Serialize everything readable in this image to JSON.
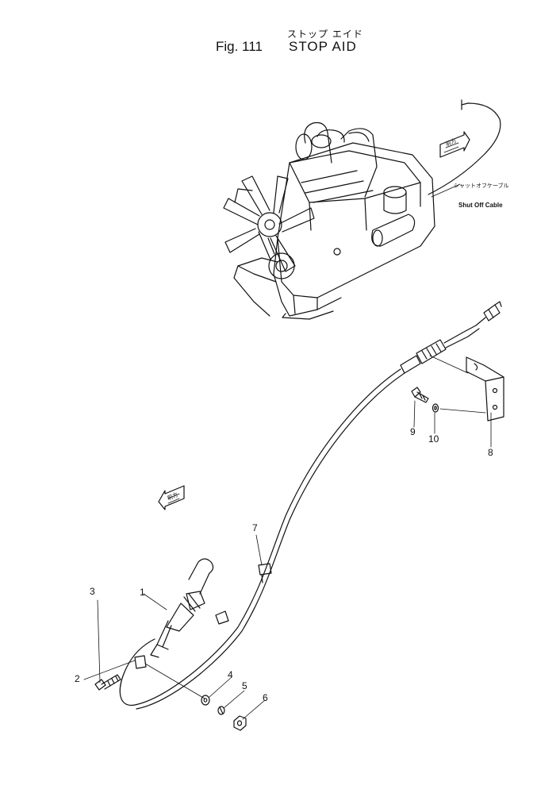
{
  "figure": {
    "title_jp": "ストップ エイド",
    "title_fig": "Fig. 111",
    "title_name": "STOP AID"
  },
  "labels": {
    "cable_jp": "シャットオフケーブル",
    "cable_en": "Shut Off Cable",
    "arrow_marker": "前方"
  },
  "parts": [
    "1",
    "2",
    "3",
    "4",
    "5",
    "6",
    "7",
    "8",
    "9",
    "10"
  ],
  "colors": {
    "ink": "#111111",
    "paper": "#ffffff"
  }
}
